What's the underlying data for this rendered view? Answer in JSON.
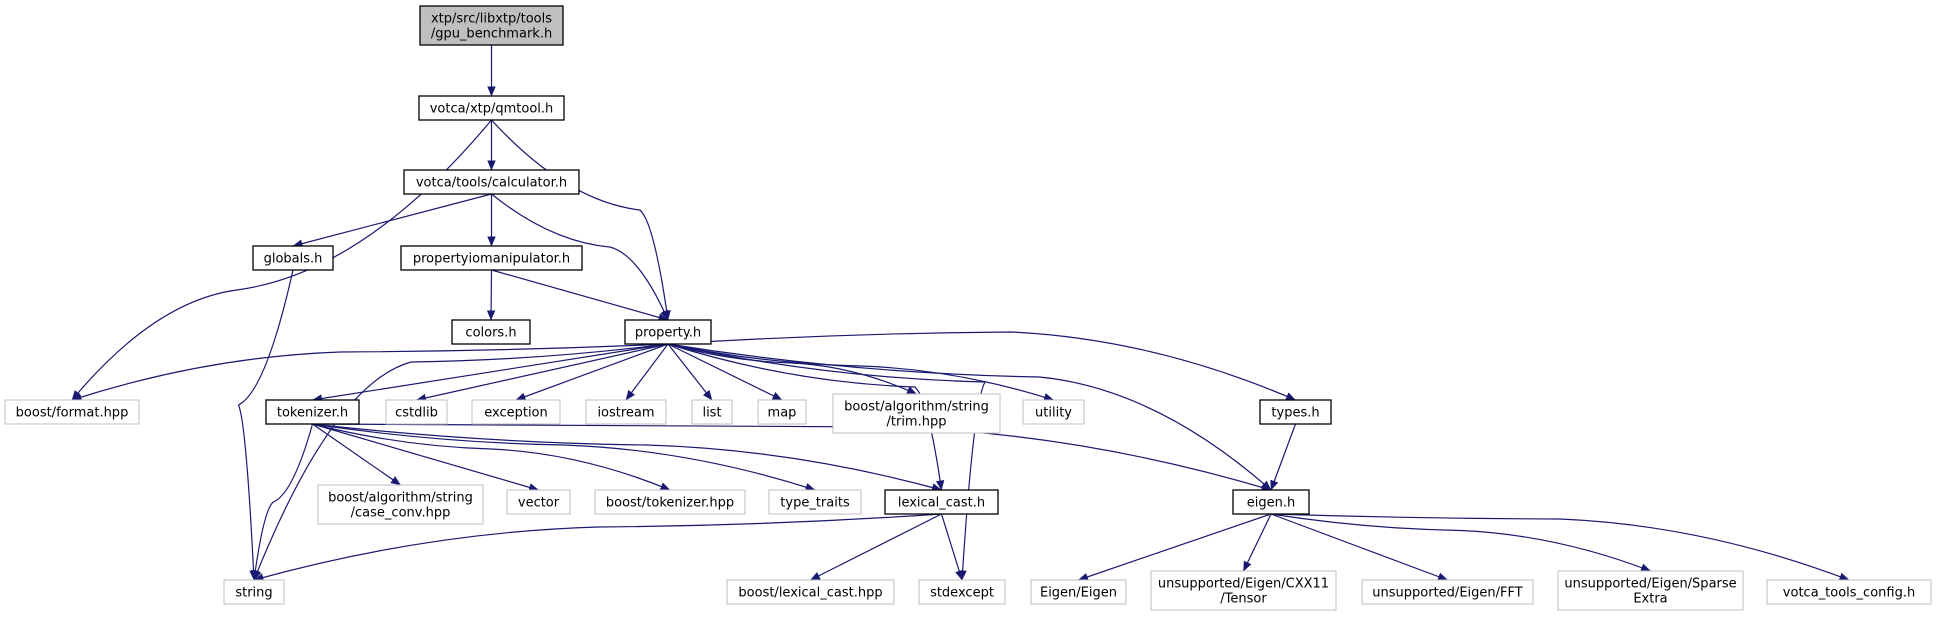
{
  "colors": {
    "edge": "#191970",
    "root_fill": "#bfbfbf",
    "node_border": "#000000",
    "external_border": "#bfbfbf",
    "text": "#000000",
    "background": "#ffffff"
  },
  "nodes": {
    "gpu_benchmark": {
      "lines": [
        "xtp/src/libxtp/tools",
        "/gpu_benchmark.h"
      ],
      "kind": "root"
    },
    "qmtool": {
      "lines": [
        "votca/xtp/qmtool.h"
      ],
      "kind": "local"
    },
    "calculator": {
      "lines": [
        "votca/tools/calculator.h"
      ],
      "kind": "local"
    },
    "globals": {
      "lines": [
        "globals.h"
      ],
      "kind": "local"
    },
    "propertyiomanipulator": {
      "lines": [
        "propertyiomanipulator.h"
      ],
      "kind": "local"
    },
    "colors": {
      "lines": [
        "colors.h"
      ],
      "kind": "local"
    },
    "property": {
      "lines": [
        "property.h"
      ],
      "kind": "local"
    },
    "boost_format": {
      "lines": [
        "boost/format.hpp"
      ],
      "kind": "external"
    },
    "tokenizer": {
      "lines": [
        "tokenizer.h"
      ],
      "kind": "local"
    },
    "cstdlib": {
      "lines": [
        "cstdlib"
      ],
      "kind": "external"
    },
    "exception": {
      "lines": [
        "exception"
      ],
      "kind": "external"
    },
    "iostream": {
      "lines": [
        "iostream"
      ],
      "kind": "external"
    },
    "list": {
      "lines": [
        "list"
      ],
      "kind": "external"
    },
    "map": {
      "lines": [
        "map"
      ],
      "kind": "external"
    },
    "trim": {
      "lines": [
        "boost/algorithm/string",
        "/trim.hpp"
      ],
      "kind": "external"
    },
    "utility": {
      "lines": [
        "utility"
      ],
      "kind": "external"
    },
    "types": {
      "lines": [
        "types.h"
      ],
      "kind": "local"
    },
    "case_conv": {
      "lines": [
        "boost/algorithm/string",
        "/case_conv.hpp"
      ],
      "kind": "external"
    },
    "vector": {
      "lines": [
        "vector"
      ],
      "kind": "external"
    },
    "boost_tokenizer": {
      "lines": [
        "boost/tokenizer.hpp"
      ],
      "kind": "external"
    },
    "type_traits": {
      "lines": [
        "type_traits"
      ],
      "kind": "external"
    },
    "lexical_cast": {
      "lines": [
        "lexical_cast.h"
      ],
      "kind": "local"
    },
    "eigen": {
      "lines": [
        "eigen.h"
      ],
      "kind": "local"
    },
    "string": {
      "lines": [
        "string"
      ],
      "kind": "external"
    },
    "boost_lexical_cast": {
      "lines": [
        "boost/lexical_cast.hpp"
      ],
      "kind": "external"
    },
    "stdexcept": {
      "lines": [
        "stdexcept"
      ],
      "kind": "external"
    },
    "eigen_eigen": {
      "lines": [
        "Eigen/Eigen"
      ],
      "kind": "external"
    },
    "tensor": {
      "lines": [
        "unsupported/Eigen/CXX11",
        "/Tensor"
      ],
      "kind": "external"
    },
    "fft": {
      "lines": [
        "unsupported/Eigen/FFT"
      ],
      "kind": "external"
    },
    "sparse_extra": {
      "lines": [
        "unsupported/Eigen/Sparse",
        "Extra"
      ],
      "kind": "external"
    },
    "votca_tools_config": {
      "lines": [
        "votca_tools_config.h"
      ],
      "kind": "external"
    }
  },
  "edges": [
    [
      "gpu_benchmark",
      "qmtool"
    ],
    [
      "qmtool",
      "boost_format"
    ],
    [
      "qmtool",
      "calculator"
    ],
    [
      "qmtool",
      "property"
    ],
    [
      "calculator",
      "globals"
    ],
    [
      "calculator",
      "propertyiomanipulator"
    ],
    [
      "calculator",
      "property"
    ],
    [
      "globals",
      "string"
    ],
    [
      "propertyiomanipulator",
      "colors"
    ],
    [
      "propertyiomanipulator",
      "property"
    ],
    [
      "property",
      "boost_format"
    ],
    [
      "property",
      "tokenizer"
    ],
    [
      "property",
      "cstdlib"
    ],
    [
      "property",
      "exception"
    ],
    [
      "property",
      "iostream"
    ],
    [
      "property",
      "list"
    ],
    [
      "property",
      "map"
    ],
    [
      "property",
      "trim"
    ],
    [
      "property",
      "utility"
    ],
    [
      "property",
      "types"
    ],
    [
      "property",
      "string"
    ],
    [
      "property",
      "lexical_cast"
    ],
    [
      "property",
      "stdexcept"
    ],
    [
      "property",
      "eigen"
    ],
    [
      "tokenizer",
      "case_conv"
    ],
    [
      "tokenizer",
      "vector"
    ],
    [
      "tokenizer",
      "boost_tokenizer"
    ],
    [
      "tokenizer",
      "type_traits"
    ],
    [
      "tokenizer",
      "lexical_cast"
    ],
    [
      "tokenizer",
      "eigen"
    ],
    [
      "tokenizer",
      "string"
    ],
    [
      "types",
      "eigen"
    ],
    [
      "lexical_cast",
      "string"
    ],
    [
      "lexical_cast",
      "boost_lexical_cast"
    ],
    [
      "lexical_cast",
      "stdexcept"
    ],
    [
      "eigen",
      "eigen_eigen"
    ],
    [
      "eigen",
      "tensor"
    ],
    [
      "eigen",
      "fft"
    ],
    [
      "eigen",
      "sparse_extra"
    ],
    [
      "eigen",
      "votca_tools_config"
    ]
  ]
}
